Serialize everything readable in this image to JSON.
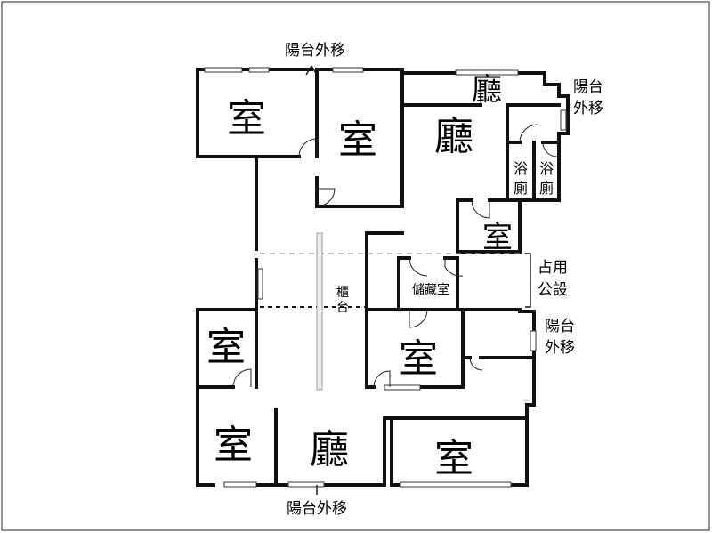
{
  "rooms": {
    "bedroom_nw": "室",
    "bedroom_n": "室",
    "living_n_small": "廳",
    "living_n": "廳",
    "bath_1": "浴廁",
    "bath_2": "浴廁",
    "bedroom_e_small": "室",
    "storage": "儲藏室",
    "counter": "櫃台",
    "bedroom_w_mid": "室",
    "bedroom_center": "室",
    "bedroom_sw": "室",
    "living_s": "廳",
    "bedroom_se": "室"
  },
  "labels": {
    "balancony_top": "陽台外移",
    "balcony_ne_line1": "陽台",
    "balcony_ne_line2": "外移",
    "public_line1": "占用",
    "public_line2": "公設",
    "balcony_e_line1": "陽台",
    "balcony_e_line2": "外移",
    "balcony_bottom": "陽台外移"
  }
}
